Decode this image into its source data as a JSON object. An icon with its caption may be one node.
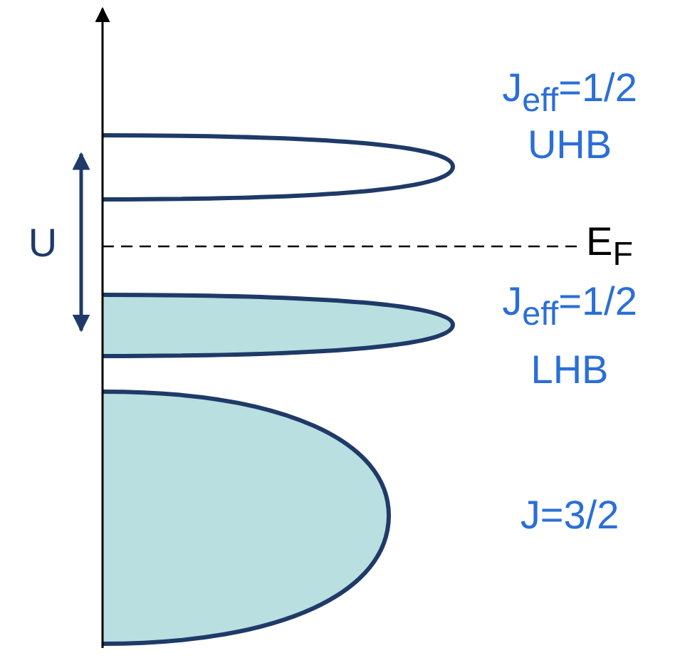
{
  "diagram": {
    "labels": [
      "J$_{eff}$=1/2",
      "UHB",
      "U",
      "E$_{F}$",
      "J$_{eff}$=1/2",
      "LHB",
      "J=3/2"
    ]
  }
}
